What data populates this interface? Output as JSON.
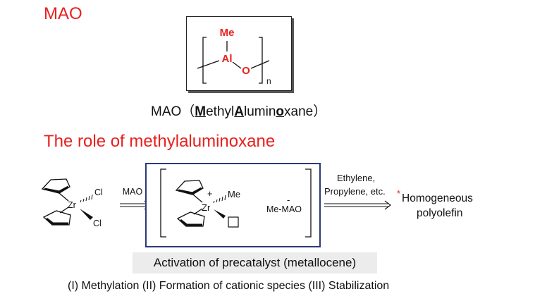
{
  "mao_section": {
    "title": "MAO",
    "structure": {
      "me": "Me",
      "al": "Al",
      "o": "O",
      "n": "n"
    },
    "caption": {
      "part1": "MAO（",
      "m": "M",
      "ethyl": "ethyl",
      "a": "A",
      "lumin": "lumin",
      "o": "o",
      "xane": "xane）"
    }
  },
  "role_section": {
    "title": "The role of methylaluminoxane",
    "precatalyst": {
      "zr": "Zr",
      "cl1": "Cl",
      "cl2": "Cl"
    },
    "arrow1_label": "MAO",
    "active_species": {
      "plus": "+",
      "zr": "Zr",
      "me": "Me",
      "minus": "-",
      "counter_anion": "Me-MAO"
    },
    "arrow2_label_line1": "Ethylene,",
    "arrow2_label_line2": "Propylene, etc.",
    "product_marker": "*",
    "product_line1": "Homogeneous",
    "product_line2": "polyolefin",
    "activation_label": "Activation of precatalyst (metallocene)",
    "steps": "(I) Methylation  (II) Formation of cationic species  (III) Stabilization"
  }
}
